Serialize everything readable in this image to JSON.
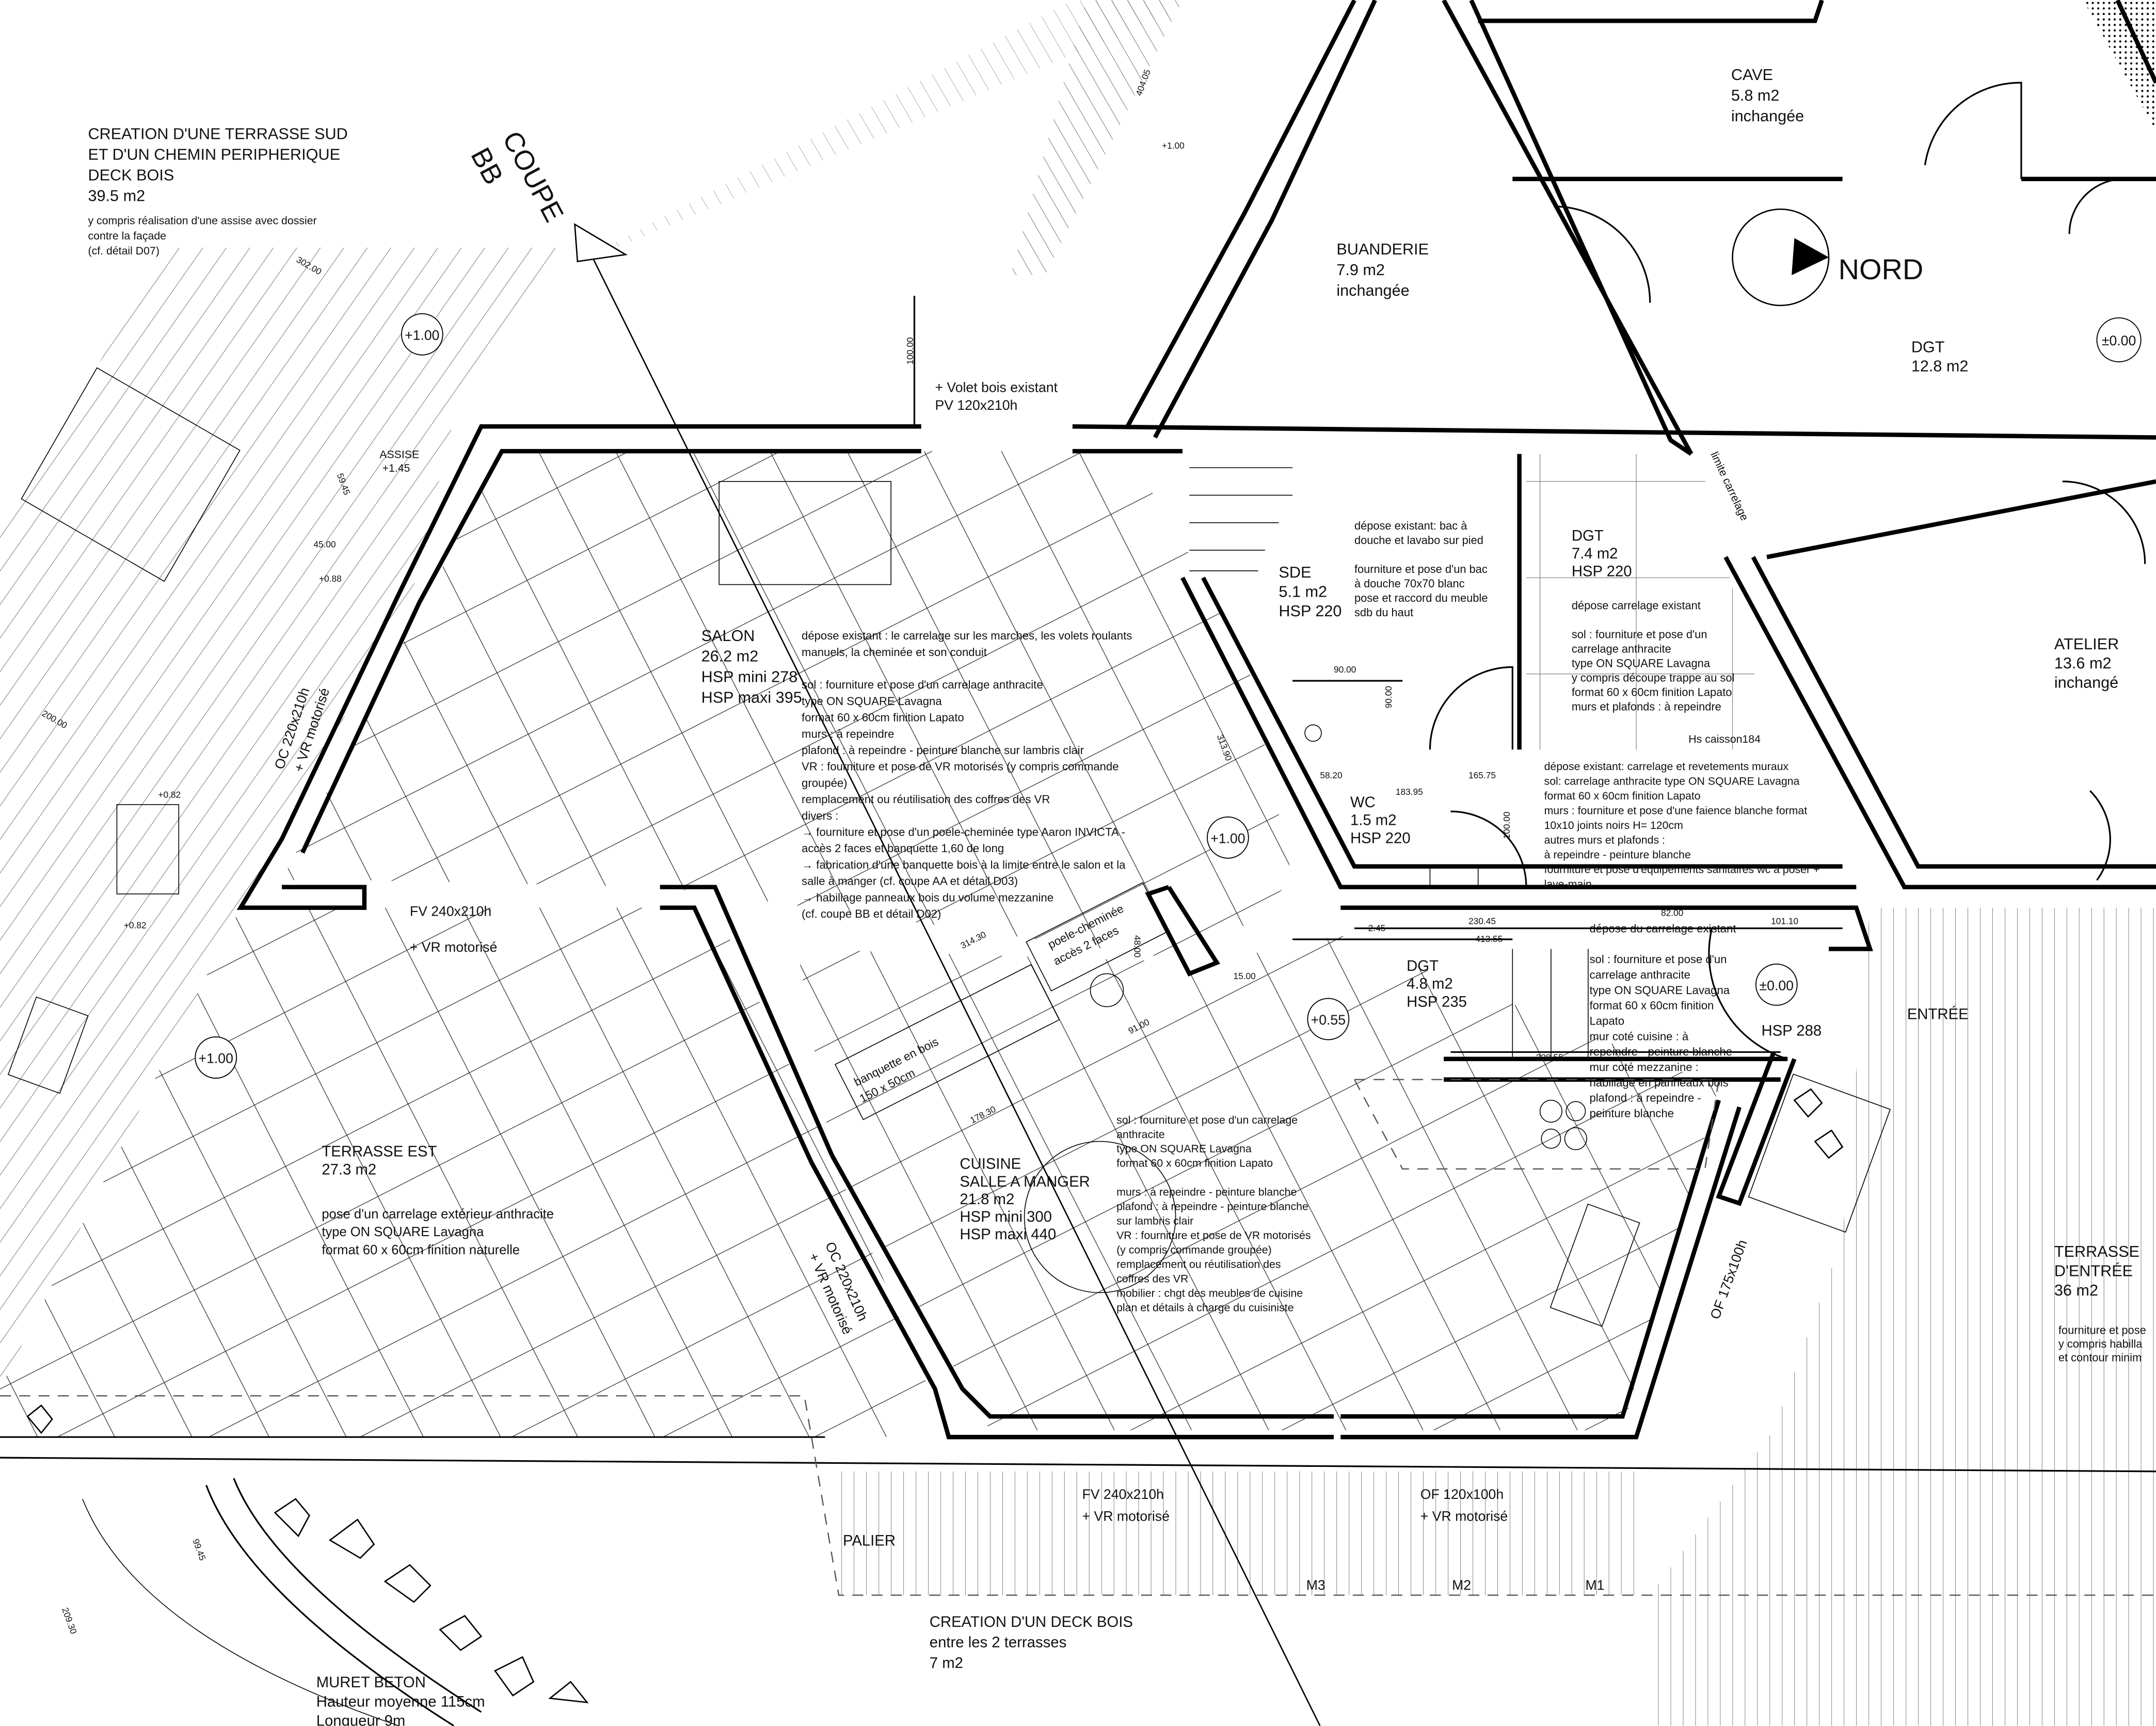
{
  "title_block": {
    "terrasse_sud": [
      "CREATION D'UNE TERRASSE SUD",
      "ET D'UN CHEMIN PERIPHERIQUE",
      "DECK BOIS",
      "39.5 m2"
    ],
    "terrasse_sud_note": [
      "y compris réalisation d'une assise avec dossier",
      "contre la façade",
      "(cf. détail D07)"
    ]
  },
  "section_marker": {
    "line1": "COUPE",
    "line2": "BB"
  },
  "north": {
    "label": "NORD"
  },
  "rooms": {
    "cave": [
      "CAVE",
      "5.8 m2",
      "inchangée"
    ],
    "buanderie": [
      "BUANDERIE",
      "7.9 m2",
      "inchangée"
    ],
    "dgt_nord": [
      "DGT",
      "12.8 m2"
    ],
    "salon": [
      "SALON",
      "26.2 m2",
      "HSP mini 278",
      "HSP maxi 395"
    ],
    "sde": [
      "SDE",
      "5.1 m2",
      "HSP 220"
    ],
    "dgt_74": [
      "DGT",
      "7.4 m2",
      "HSP 220"
    ],
    "atelier": [
      "ATELIER",
      "13.6 m2",
      "inchangé"
    ],
    "wc": [
      "WC",
      "1.5 m2",
      "HSP 220"
    ],
    "dgt_48": [
      "DGT",
      "4.8 m2",
      "HSP 235"
    ],
    "cuisine": [
      "CUISINE",
      "SALLE A MANGER",
      "21.8 m2",
      "HSP mini 300",
      "HSP maxi 440"
    ],
    "terrasse_est": [
      "TERRASSE EST",
      "27.3 m2"
    ],
    "terrasse_entree": [
      "TERRASSE",
      "D'ENTRÉE",
      "36 m2"
    ],
    "deck": [
      "CREATION D'UN DECK BOIS",
      "entre les 2 terrasses",
      "7 m2"
    ],
    "muret": [
      "MURET BETON",
      "Hauteur moyenne 115cm",
      "Longueur 9m"
    ]
  },
  "notes": {
    "salon": [
      "dépose  existant : le carrelage sur les marches, les volets roulants",
      "manuels, la cheminée et son conduit",
      "",
      "sol : fourniture et pose d'un carrelage anthracite",
      "type ON SQUARE Lavagna",
      "format 60 x 60cm finition Lapato",
      "murs : à repeindre",
      "plafond : à repeindre - peinture blanche sur lambris clair",
      "VR : fourniture et pose de VR motorisés (y compris commande",
      "groupée)",
      "remplacement ou réutilisation des coffres des VR",
      "divers :",
      "→ fourniture et pose d'un poele-cheminée type Aaron INVICTA -",
      "accès 2 faces et banquette 1,60 de long",
      "→ fabrication d'une banquette bois à la limite entre le salon et la",
      "salle à manger (cf. coupe AA et détail D03)",
      "→ habillage panneaux bois du volume mezzanine",
      "(cf. coupe BB et détail D02)"
    ],
    "sde": [
      "dépose existant: bac à",
      "douche  et lavabo sur pied",
      "",
      "fourniture et pose d'un bac",
      "à douche 70x70 blanc",
      "pose et raccord du meuble",
      "sdb du haut"
    ],
    "dgt_74": [
      "dépose carrelage existant",
      "",
      "sol : fourniture et pose d'un",
      "carrelage anthracite",
      "type ON SQUARE Lavagna",
      "y compris découpe trappe au sol",
      "format 60 x 60cm finition Lapato",
      "murs et plafonds : à repeindre"
    ],
    "wc": [
      "dépose existant: carrelage et revetements muraux",
      "sol: carrelage anthracite type ON SQUARE Lavagna",
      "format 60 x 60cm finition Lapato",
      "murs : fourniture et pose d'une faience blanche format",
      "10x10 joints noirs H= 120cm",
      "autres murs et plafonds :",
      "à repeindre - peinture blanche",
      "fourniture et pose d'équipements sanitaires wc à poser +",
      "lave-main"
    ],
    "dgt_48": [
      "dépose du carrelage existant",
      "",
      "sol : fourniture et pose d'un",
      "carrelage anthracite",
      "type ON SQUARE Lavagna",
      "format 60 x 60cm finition",
      "Lapato",
      "mur coté cuisine : à",
      "repeindre - peinture blanche",
      "mur coté mezzanine :",
      "habillage en panneaux bois",
      "plafond : à repeindre -",
      "peinture blanche"
    ],
    "cuisine": [
      "sol : fourniture et pose d'un carrelage",
      "anthracite",
      "type ON SQUARE Lavagna",
      "format 60 x 60cm finition Lapato",
      "",
      "murs : à repeindre - peinture blanche",
      "plafond : à repeindre - peinture blanche",
      "sur lambris clair",
      "VR : fourniture et pose de VR motorisés",
      "(y compris commande groupée)",
      "remplacement ou réutilisation des",
      "coffres des VR",
      "mobilier : chgt des meubles de cuisine",
      "plan et détails à charge du cuisiniste"
    ],
    "terrasse_est": [
      "pose d'un carrelage extérieur anthracite",
      "type ON SQUARE Lavagna",
      "format 60 x 60cm finition naturelle"
    ],
    "terrasse_entree": [
      "fourniture et pose",
      "y compris habilla",
      "et contour minim"
    ]
  },
  "openings": {
    "pv": [
      "PV 120x210h",
      "+ Volet bois existant"
    ],
    "fv_salon": [
      "FV 240x210h",
      "+ VR motorisé"
    ],
    "oc_salon": [
      "OC 220x210h",
      "+ VR motorisé"
    ],
    "oc_cuisine": [
      "OC 220x210h",
      "+ VR motorisé"
    ],
    "fv_cuisine": [
      "FV 240x210h",
      "+ VR motorisé"
    ],
    "of_cuisine": [
      "OF 120x100h",
      "+ VR motorisé"
    ],
    "of_entree": "OF 175x100h"
  },
  "labels": {
    "assise": "ASSISE",
    "assise_level": "+1.45",
    "poele": [
      "poele-cheminée",
      "accès 2 faces"
    ],
    "banquette": [
      "banquette en bois",
      "150 x 50cm"
    ],
    "entree": "ENTRÉE",
    "hsp_288": "HSP 288",
    "palier": "PALIER",
    "limite": "limite carrelage",
    "hs_caisson": "Hs caisson184",
    "m3": "M3",
    "m2": "M2",
    "m1": "M1"
  },
  "levels": {
    "terrasse_sud": "+1.00",
    "salon": "+1.00",
    "terrasse_est": "+1.00",
    "dgt_48": "+0.55",
    "dgt_nord": "±0.00",
    "entree": "±0.00"
  },
  "dimensions": {
    "d404": "404.05",
    "d100a": "+1.00",
    "d100v": "100.00",
    "d302": "302.00",
    "d59": "59.45",
    "d45": "45.00",
    "d088": "+0.88",
    "d200": "200.00",
    "d082a": "+0.82",
    "d082b": "+0.82",
    "d313": "313.90",
    "d90a": "90.00",
    "d90b": "90.00",
    "d58": "58.20",
    "d183": "183.95",
    "d165": "165.75",
    "d100w": "100.00",
    "d245": "2.45",
    "d230": "230.45",
    "d413": "413.55",
    "d82": "82.00",
    "d101": "101.10",
    "d228": "228.55",
    "d314": "314.30",
    "d48": "48.00",
    "d91": "91.00",
    "d15": "15.00",
    "d178": "178.30",
    "d99": "99.45",
    "d209": "209.30"
  }
}
